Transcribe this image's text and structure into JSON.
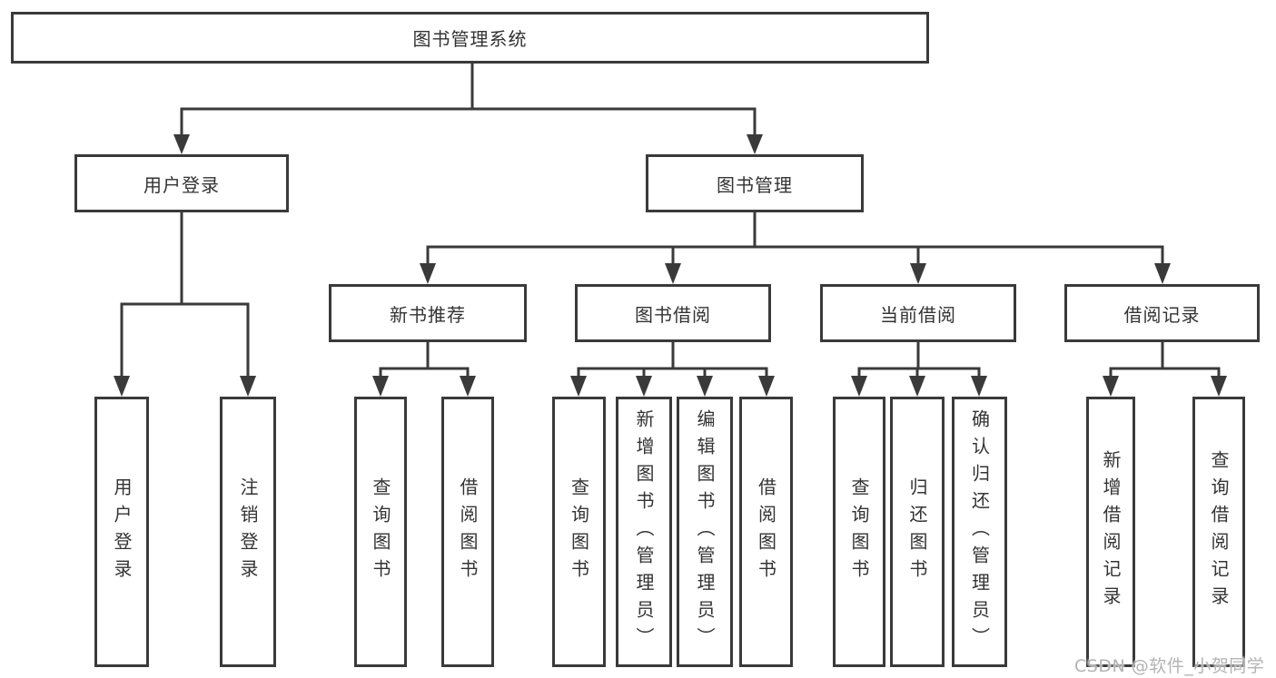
{
  "diagram": {
    "root": {
      "label": "图书管理系统"
    },
    "level2": [
      {
        "id": "user-login",
        "label": "用户登录"
      },
      {
        "id": "book-management",
        "label": "图书管理"
      }
    ],
    "level3": [
      {
        "id": "new-book-recommend",
        "label": "新书推荐"
      },
      {
        "id": "book-borrowing",
        "label": "图书借阅"
      },
      {
        "id": "current-borrowing",
        "label": "当前借阅"
      },
      {
        "id": "borrowing-records",
        "label": "借阅记录"
      }
    ],
    "leaves": [
      {
        "id": "user-login",
        "label": "用户登录"
      },
      {
        "id": "logout",
        "label": "注销登录"
      },
      {
        "id": "nb-query-book",
        "label": "查询图书"
      },
      {
        "id": "nb-borrow-book",
        "label": "借阅图书"
      },
      {
        "id": "bb-query-book",
        "label": "查询图书"
      },
      {
        "id": "bb-add-book-admin",
        "label": "新增图书（管理员）"
      },
      {
        "id": "bb-edit-book-admin",
        "label": "编辑图书（管理员）"
      },
      {
        "id": "bb-borrow-book",
        "label": "借阅图书"
      },
      {
        "id": "cb-query-book",
        "label": "查询图书"
      },
      {
        "id": "cb-return-book",
        "label": "归还图书"
      },
      {
        "id": "cb-confirm-return-admin",
        "label": "确认归还（管理员）"
      },
      {
        "id": "br-add-record",
        "label": "新增借阅记录"
      },
      {
        "id": "br-query-record",
        "label": "查询借阅记录"
      }
    ],
    "watermark": "CSDN @软件_小贺同学",
    "colors": {
      "line": "#3a3a3a",
      "text": "#333333",
      "background": "#ffffff",
      "watermark": "#b3b3b3"
    }
  }
}
